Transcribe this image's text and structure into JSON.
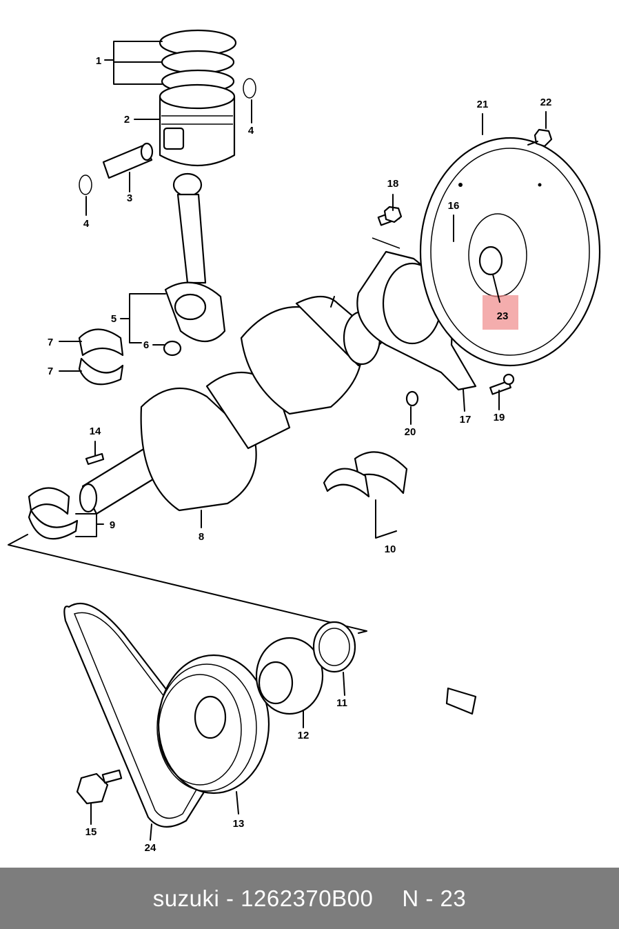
{
  "diagram": {
    "highlight_color": "#f08a8a",
    "highlighted_part": "23",
    "callouts": [
      {
        "id": "1",
        "label": "1"
      },
      {
        "id": "2",
        "label": "2"
      },
      {
        "id": "3",
        "label": "3"
      },
      {
        "id": "4a",
        "label": "4"
      },
      {
        "id": "4b",
        "label": "4"
      },
      {
        "id": "5",
        "label": "5"
      },
      {
        "id": "6",
        "label": "6"
      },
      {
        "id": "7a",
        "label": "7"
      },
      {
        "id": "7b",
        "label": "7"
      },
      {
        "id": "8",
        "label": "8"
      },
      {
        "id": "9",
        "label": "9"
      },
      {
        "id": "10",
        "label": "10"
      },
      {
        "id": "11",
        "label": "11"
      },
      {
        "id": "12",
        "label": "12"
      },
      {
        "id": "13",
        "label": "13"
      },
      {
        "id": "14",
        "label": "14"
      },
      {
        "id": "15",
        "label": "15"
      },
      {
        "id": "16",
        "label": "16"
      },
      {
        "id": "17",
        "label": "17"
      },
      {
        "id": "18",
        "label": "18"
      },
      {
        "id": "19",
        "label": "19"
      },
      {
        "id": "20",
        "label": "20"
      },
      {
        "id": "21",
        "label": "21"
      },
      {
        "id": "22",
        "label": "22"
      },
      {
        "id": "23",
        "label": "23"
      },
      {
        "id": "24",
        "label": "24"
      }
    ]
  },
  "footer": {
    "brand": "suzuki",
    "separator": "-",
    "part_number": "1262370B00",
    "position_label": "N - 23",
    "background": "#7d7d7d",
    "text_color": "#ffffff"
  }
}
